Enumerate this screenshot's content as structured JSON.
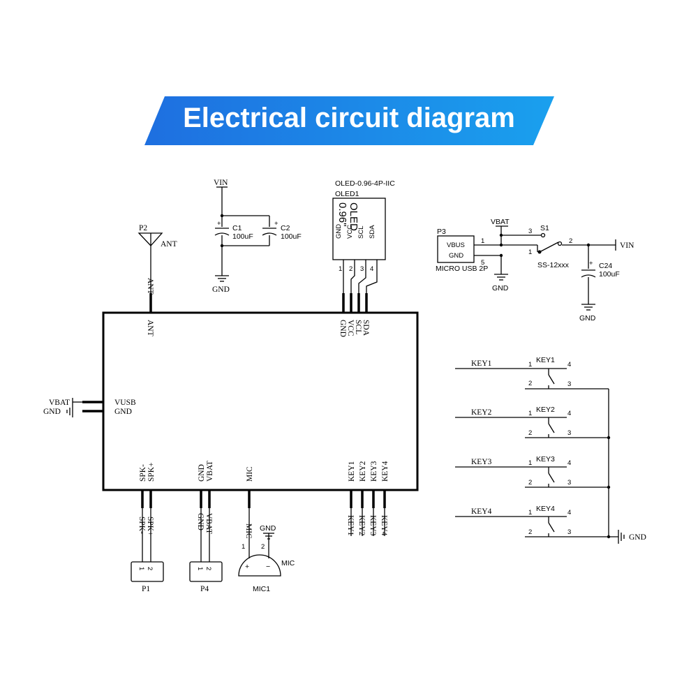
{
  "title": "Electrical circuit diagram",
  "colors": {
    "banner_start": "#1e6fe0",
    "banner_end": "#1aa0ee",
    "line": "#000000"
  },
  "mcu": {
    "pins_top": {
      "ant": "ANT",
      "gnd": "GND",
      "vcc": "VCC",
      "scl": "SCL",
      "sda": "SDA"
    },
    "pins_left": {
      "vusb": "VUSB",
      "gnd": "GND"
    },
    "pins_bottom": {
      "spk_minus": "SPK-",
      "spk_plus": "SPK+",
      "gnd": "GND",
      "vbat": "VBAT",
      "mic": "MIC",
      "key1": "KEY1",
      "key2": "KEY2",
      "key3": "KEY3",
      "key4": "KEY4"
    }
  },
  "left_power": {
    "vbat": "VBAT",
    "gnd": "GND"
  },
  "antenna": {
    "ref": "P2",
    "label": "ANT",
    "net": "ANT"
  },
  "caps": {
    "vin": "VIN",
    "c1_ref": "C1",
    "c1_value": "100uF",
    "c2_ref": "C2",
    "c2_value": "100uF",
    "gnd": "GND",
    "plus": "+"
  },
  "oled": {
    "part": "OLED-0.96-4P-IIC",
    "ref": "OLED1",
    "screen_line1": "OLED",
    "screen_line2": "0.96\"",
    "pin_names": [
      "GND",
      "VCC",
      "SCL",
      "SDA"
    ],
    "pin_numbers": [
      "1",
      "2",
      "3",
      "4"
    ]
  },
  "power": {
    "p3_ref": "P3",
    "p3_pin_vbus": "VBUS",
    "p3_pin_gnd": "GND",
    "p3_num1": "1",
    "p3_num5": "5",
    "p3_part": "MICRO USB 2P",
    "vbat": "VBAT",
    "gnd": "GND",
    "s1_ref": "S1",
    "s1_part": "SS-12xxx",
    "s1_pin3": "3",
    "s1_pin1": "1",
    "s1_pin2": "2",
    "vin": "VIN",
    "c24_ref": "C24",
    "c24_value": "100uF",
    "c24_plus": "+",
    "c24_gnd": "GND"
  },
  "keys": [
    {
      "net": "KEY1",
      "ref": "KEY1"
    },
    {
      "net": "KEY2",
      "ref": "KEY2"
    },
    {
      "net": "KEY3",
      "ref": "KEY3"
    },
    {
      "net": "KEY4",
      "ref": "KEY4"
    }
  ],
  "key_pins": {
    "p1": "1",
    "p2": "2",
    "p3": "3",
    "p4": "4"
  },
  "keys_gnd": "GND",
  "connectors": {
    "p1_ref": "P1",
    "p1_pin1": "1",
    "p1_pin2": "2",
    "p1_net_a": "SPK-",
    "p1_net_b": "SPK+",
    "p4_ref": "P4",
    "p4_pin1": "1",
    "p4_pin2": "2",
    "p4_net_a": "GND",
    "p4_net_b": "VBAT"
  },
  "mic": {
    "ref": "MIC1",
    "label": "MIC",
    "net_mic": "MIC",
    "gnd": "GND",
    "pin1": "1",
    "pin2": "2",
    "plus": "+",
    "minus": "−"
  },
  "bottom_key_nets": [
    "KEY1",
    "KEY2",
    "KEY3",
    "KEY4"
  ]
}
